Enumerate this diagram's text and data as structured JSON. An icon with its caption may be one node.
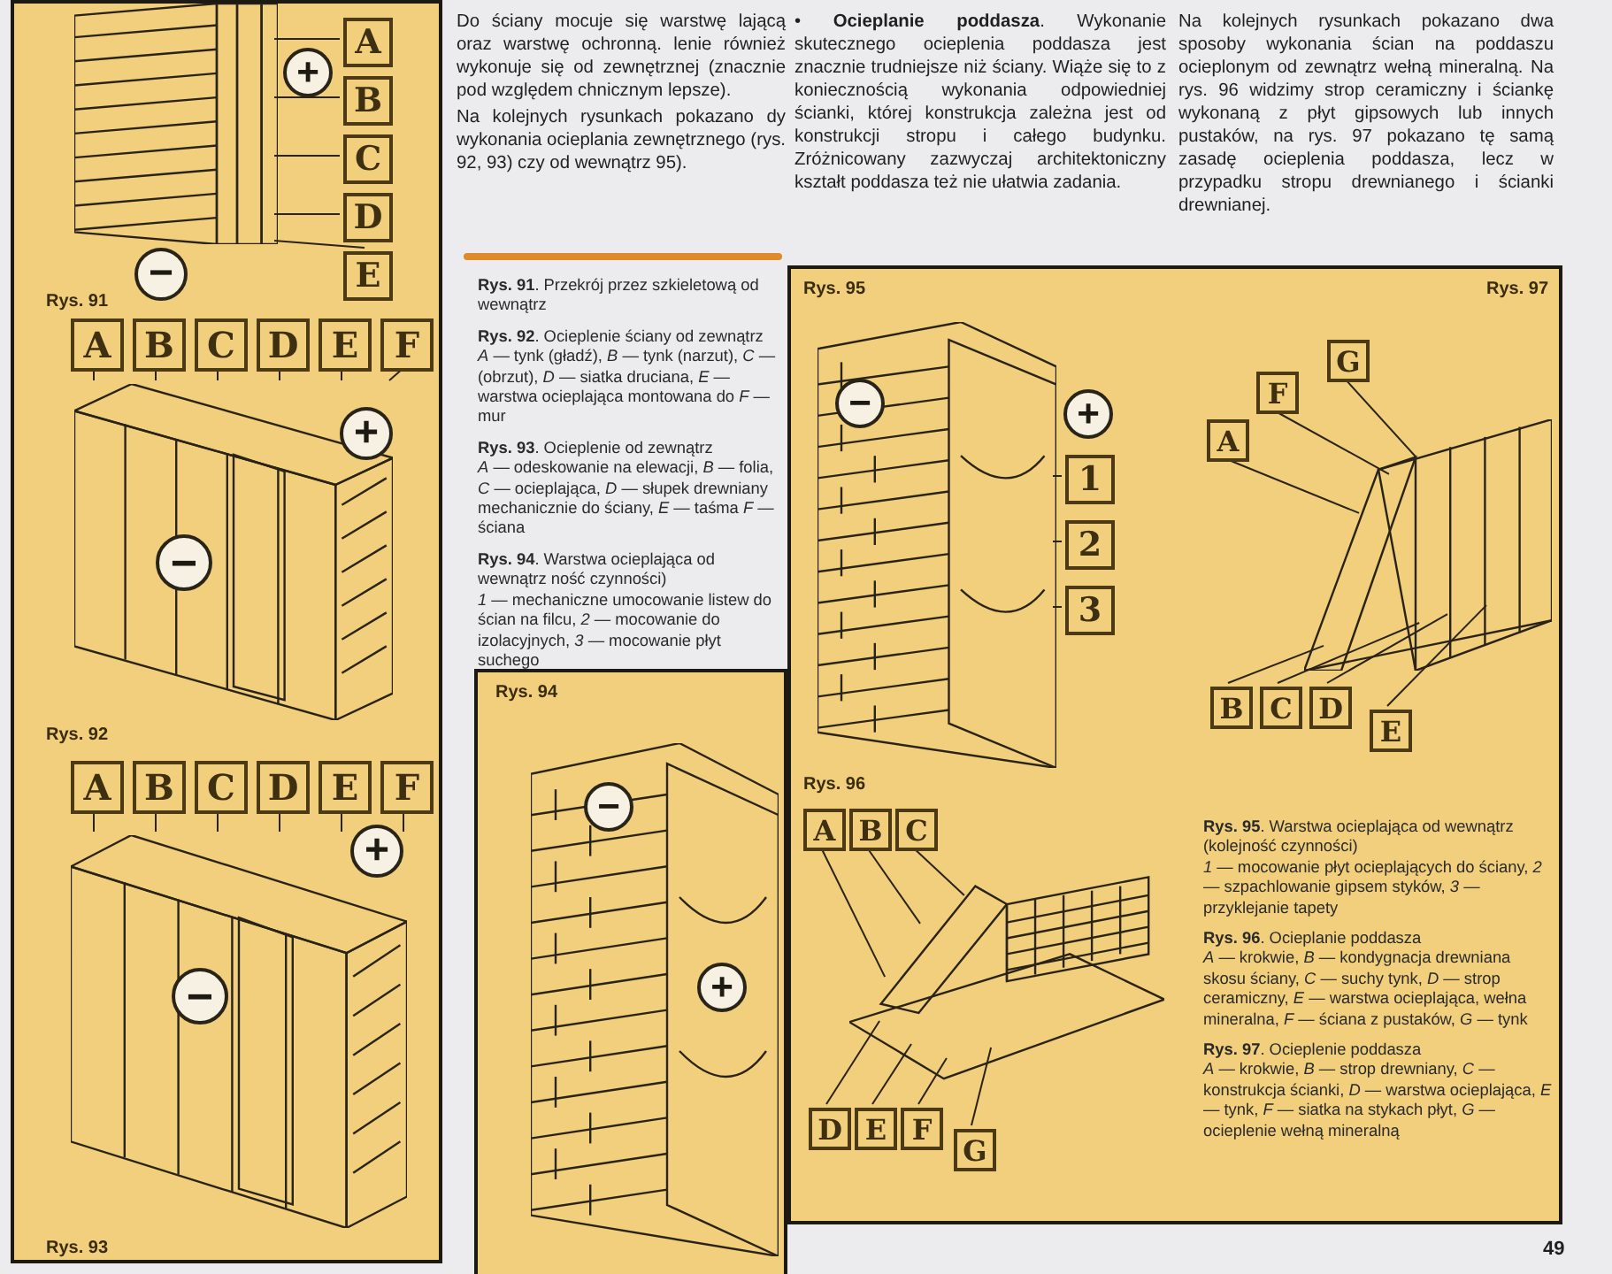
{
  "diagram": {
    "nodes": [
      {
        "text": [
          "Rys. 91",
          "Rys. 92",
          "Rys. 93"
        ]
      },
      {
        "text": [],
        "shape": "picture",
        "in": 0
      },
      {
        "text": [
          "A"
        ],
        "in": 0
      },
      {
        "text": [
          "B"
        ],
        "in": 0
      },
      {
        "text": [
          "C"
        ],
        "in": 0
      },
      {
        "text": [
          "D"
        ],
        "in": 0
      },
      {
        "text": [
          "E"
        ],
        "in": 0
      },
      {
        "text": [
          "−"
        ],
        "in": 0
      },
      {
        "text": [
          "+"
        ],
        "in": 0
      },
      {
        "text": [],
        "shape": "picture",
        "in": 0
      },
      {
        "text": [
          "A"
        ],
        "in": 0
      },
      {
        "text": [
          "B"
        ],
        "in": 0
      },
      {
        "text": [
          "C"
        ],
        "in": 0
      },
      {
        "text": [
          "D"
        ],
        "in": 0
      },
      {
        "text": [
          "E"
        ],
        "in": 0
      },
      {
        "text": [
          "F"
        ],
        "in": 0
      },
      {
        "text": [
          "−"
        ],
        "in": 9
      },
      {
        "text": [
          "+"
        ],
        "in": 0
      },
      {
        "text": [],
        "shape": "picture",
        "in": 0
      },
      {
        "text": [
          "A"
        ],
        "in": 0
      },
      {
        "text": [
          "B"
        ],
        "in": 0
      },
      {
        "text": [
          "C"
        ],
        "in": 0
      },
      {
        "text": [
          "D"
        ],
        "in": 0
      },
      {
        "text": [
          "E"
        ],
        "in": 0
      },
      {
        "text": [
          "F"
        ],
        "in": 0
      },
      {
        "text": [
          "+"
        ],
        "in": 0
      },
      {
        "text": [
          "−"
        ],
        "in": 18
      },
      {
        "text": [
          "Rys. 94"
        ]
      },
      {
        "text": [],
        "shape": "picture",
        "in": 27
      },
      {
        "text": [
          "−"
        ],
        "in": 28
      },
      {
        "text": [
          "+"
        ],
        "in": 28
      },
      {
        "text": [
          "Rys. 95",
          "Rys. 96",
          "Rys. 97"
        ]
      },
      {
        "text": [],
        "shape": "picture",
        "in": 31
      },
      {
        "text": [
          "−"
        ],
        "in": 32
      },
      {
        "text": [
          "+"
        ],
        "in": 31
      },
      {
        "text": [
          "1"
        ],
        "in": 31
      },
      {
        "text": [
          "2"
        ],
        "in": 31
      },
      {
        "text": [
          "3"
        ],
        "in": 31
      },
      {
        "text": [],
        "shape": "picture",
        "in": 31
      },
      {
        "text": [
          "A"
        ],
        "in": 31
      },
      {
        "text": [
          "B"
        ],
        "in": 31
      },
      {
        "text": [
          "C"
        ],
        "in": 31
      },
      {
        "text": [
          "D"
        ],
        "in": 31
      },
      {
        "text": [
          "E"
        ],
        "in": 31
      },
      {
        "text": [
          "F"
        ],
        "in": 31
      },
      {
        "text": [
          "G"
        ],
        "in": 31
      },
      {
        "text": [],
        "shape": "picture",
        "in": 31
      },
      {
        "text": [
          "A"
        ],
        "in": 31
      },
      {
        "text": [
          "F"
        ],
        "in": 31
      },
      {
        "text": [
          "G"
        ],
        "in": 31
      },
      {
        "text": [
          "B"
        ],
        "in": 31
      },
      {
        "text": [
          "C"
        ],
        "in": 31
      },
      {
        "text": [
          "D"
        ],
        "in": 31
      },
      {
        "text": [
          "E"
        ],
        "in": 31
      }
    ],
    "edges": [
      {
        "from": 2,
        "to": 1,
        "arrow": "none"
      },
      {
        "from": 3,
        "to": 1,
        "arrow": "none"
      },
      {
        "from": 4,
        "to": 1,
        "arrow": "none"
      },
      {
        "from": 5,
        "to": 1,
        "arrow": "none"
      },
      {
        "from": 6,
        "to": 1,
        "arrow": "none"
      },
      {
        "from": 10,
        "to": 9,
        "arrow": "none"
      },
      {
        "from": 11,
        "to": 9,
        "arrow": "none"
      },
      {
        "from": 12,
        "to": 9,
        "arrow": "none"
      },
      {
        "from": 13,
        "to": 9,
        "arrow": "none"
      },
      {
        "from": 14,
        "to": 9,
        "arrow": "none"
      },
      {
        "from": 15,
        "to": 9,
        "arrow": "none"
      },
      {
        "from": 19,
        "to": 18,
        "arrow": "none"
      },
      {
        "from": 20,
        "to": 18,
        "arrow": "none"
      },
      {
        "from": 21,
        "to": 18,
        "arrow": "none"
      },
      {
        "from": 22,
        "to": 18,
        "arrow": "none"
      },
      {
        "from": 23,
        "to": 18,
        "arrow": "none"
      },
      {
        "from": 24,
        "to": 18,
        "arrow": "none"
      },
      {
        "from": 35,
        "to": 32,
        "arrow": "none"
      },
      {
        "from": 36,
        "to": 32,
        "arrow": "none"
      },
      {
        "from": 37,
        "to": 32,
        "arrow": "none"
      },
      {
        "from": 39,
        "to": 38,
        "arrow": "none"
      },
      {
        "from": 40,
        "to": 38,
        "arrow": "none"
      },
      {
        "from": 41,
        "to": 38,
        "arrow": "none"
      },
      {
        "from": 42,
        "to": 38,
        "arrow": "none"
      },
      {
        "from": 43,
        "to": 38,
        "arrow": "none"
      },
      {
        "from": 44,
        "to": 38,
        "arrow": "none"
      },
      {
        "from": 45,
        "to": 38,
        "arrow": "none"
      },
      {
        "from": 47,
        "to": 46,
        "arrow": "none"
      },
      {
        "from": 48,
        "to": 46,
        "arrow": "none"
      },
      {
        "from": 49,
        "to": 46,
        "arrow": "none"
      },
      {
        "from": 50,
        "to": 46,
        "arrow": "none"
      },
      {
        "from": 51,
        "to": 46,
        "arrow": "none"
      },
      {
        "from": 52,
        "to": 46,
        "arrow": "none"
      },
      {
        "from": 53,
        "to": 46,
        "arrow": "none"
      }
    ],
    "labels": [
      "Do ściany mocuje się warstwę lającą oraz warstwę ochronną. lenie również wykonuje się od zewnętrznej (znacznie pod względem chnicznym lepsze).",
      "Na kolejnych rysunkach pokazano dy wykonania ocieplania zewnętrznego (rys. 92, 93) czy od wewnątrz 95).",
      "**Rys. 91**. Przekrój przez szkieletową od wewnątrz",
      "**Rys. 92**. Ocieplenie ściany od zewnątrz",
      "*A* — tynk (gładź), *B* — tynk (narzut), *C* — (obrzut), *D* — siatka druciana, *E* — warstwa ocieplająca montowana do *F* — mur",
      "**Rys. 93**. Ocieplenie od zewnątrz",
      "*A* — odeskowanie na elewacji, *B* — folia, *C* — ocieplająca, *D* — słupek drewniany mechanicznie do ściany, *E* — taśma *F* — ściana",
      "**Rys. 94**. Warstwa ocieplająca od wewnątrz ność czynności)",
      "*1* — mechaniczne umocowanie listew do ścian na filcu, *2* — mocowanie do izolacyjnych, *3* — mocowanie płyt suchego",
      "• **Ocieplanie poddasza**. Wykonanie skutecznego ocieplenia poddasza jest znacznie trudniejsze niż ściany. Wiąże się to z koniecznością wykonania odpowiedniej ścianki, której konstrukcja zależna jest od konstrukcji stropu i całego budynku. Zróżnicowany zazwyczaj architektoniczny kształt poddasza też nie ułatwia zadania.",
      "Na kolejnych rysunkach pokazano dwa sposoby wykonania ścian na poddaszu ocieplonym od zewnątrz wełną mineralną. Na rys. 96 widzimy strop ceramiczny i ściankę wykonaną z płyt gipsowych lub innych pustaków, na rys. 97 pokazano tę samą zasadę ocieplenia poddasza, lecz w przypadku stropu drewnianego i ścianki drewnianej.",
      "**Rys. 95**. Warstwa ocieplająca od wewnątrz (kolejność czynności)",
      "*1* — mocowanie płyt ocieplających do ściany, *2* — szpachlowanie gipsem styków, *3* — przyklejanie tapety",
      "**Rys. 96**. Ocieplanie poddasza",
      "*A* — krokwie, *B* — kondygnacja drewniana skosu ściany, *C* — suchy tynk, *D* — strop ceramiczny, *E* — warstwa ocieplająca, wełna mineralna, *F* — ściana z pustaków, *G* — tynk",
      "**Rys. 97**. Ocieplenie poddasza",
      "*A* — krokwie, *B* — strop drewniany, *C* — konstrukcja ścianki, *D* — warstwa ocieplająca, *E* — tynk, *F* — siatka na stykach płyt, *G* — ocieplenie wełną mineralną",
      "49"
    ]
  }
}
